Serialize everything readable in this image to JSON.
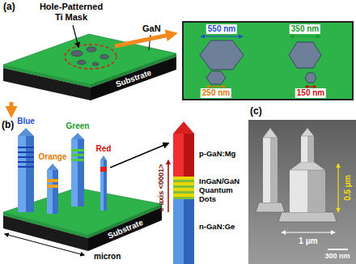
{
  "diagram": {
    "nodes": [
      {
        "text": [
          "550 nm",
          "350 nm",
          "250 nm",
          "150 nm"
        ]
      },
      {
        "text": [
          "0.5 μm",
          "1 μm",
          "300 nm"
        ]
      }
    ],
    "labels": [
      "(a)",
      "Hole-Patterned Ti Mask",
      "GaN",
      "Substrate",
      "(b)",
      "Blue",
      "Green",
      "Orange",
      "Red",
      "Substrate",
      "micron",
      "c-axis <0001>",
      "p-GaN:Mg",
      "InGaN/GaN Quantum Dots",
      "n-GaN:Ge",
      "(c)"
    ]
  }
}
